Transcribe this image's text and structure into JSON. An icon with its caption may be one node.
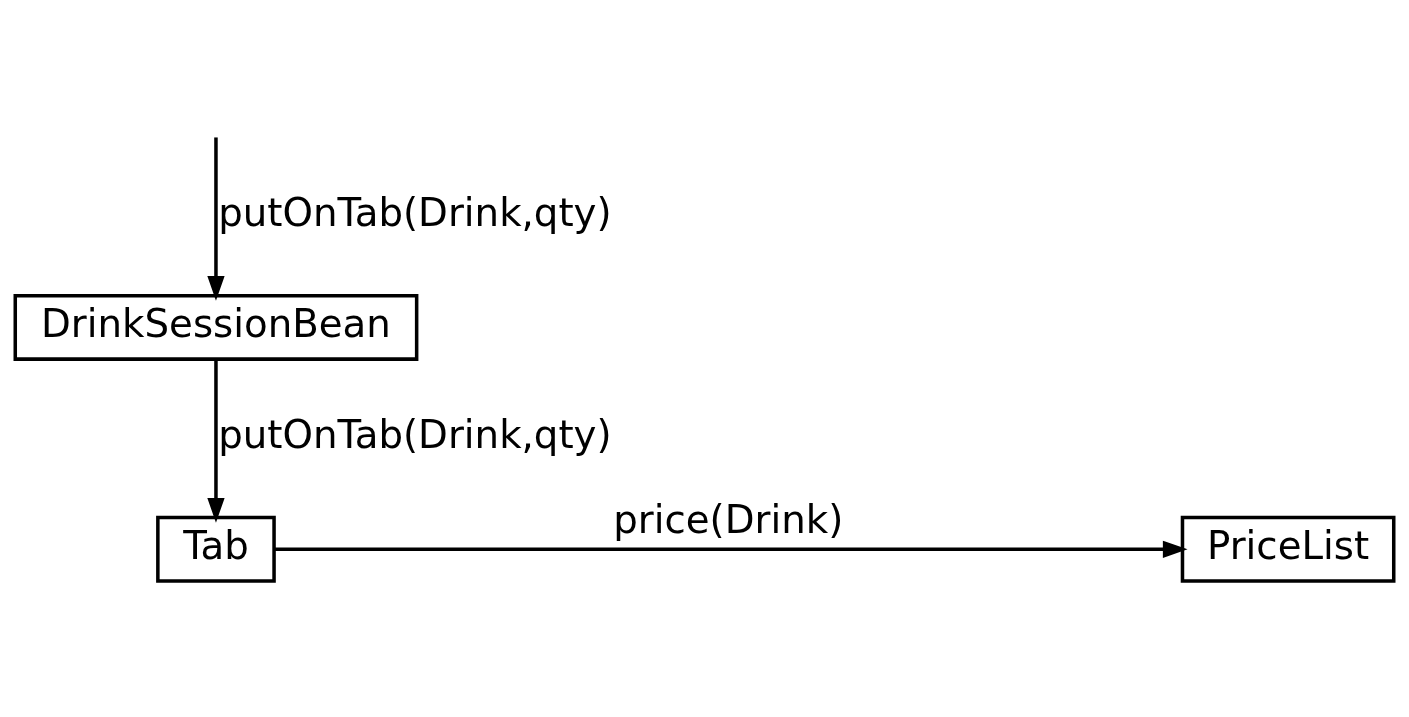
{
  "diagram": {
    "nodes": [
      {
        "text": [
          "DrinkSessionBean"
        ]
      },
      {
        "text": [
          "Tab"
        ]
      },
      {
        "text": [
          "PriceList"
        ]
      }
    ],
    "edges": [
      {
        "from": null,
        "to": 0,
        "arrow": "to",
        "label": "putOnTab(Drink,qty)"
      },
      {
        "from": 0,
        "to": 1,
        "arrow": "to",
        "label": "putOnTab(Drink,qty)"
      },
      {
        "from": 1,
        "to": 2,
        "arrow": "to",
        "label": "price(Drink)"
      }
    ]
  }
}
